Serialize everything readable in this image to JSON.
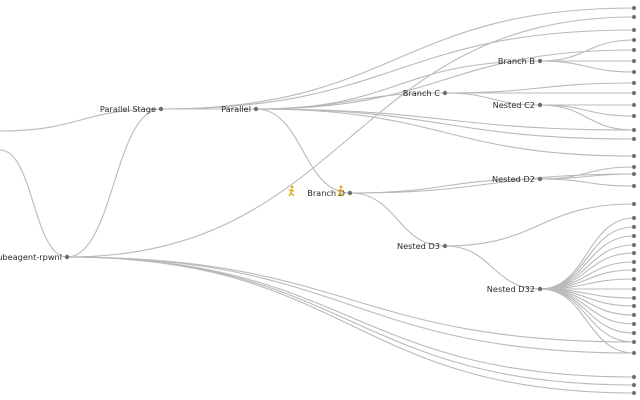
{
  "colors": {
    "background": "#ffffff",
    "edge": "#b9b9b9",
    "node": "#6e6e6e",
    "label": "#2b2b2b"
  },
  "nodes": [
    {
      "id": "kubeagent-rpwnl",
      "label": "kubeagent-rpwnl",
      "icon": null
    },
    {
      "id": "parallel-stage",
      "label": "Parallel Stage",
      "icon": null
    },
    {
      "id": "parallel",
      "label": "Parallel",
      "icon": null
    },
    {
      "id": "branch-b",
      "label": "Branch B",
      "icon": null
    },
    {
      "id": "branch-c",
      "label": "Branch C",
      "icon": null
    },
    {
      "id": "nested-c2",
      "label": "Nested C2",
      "icon": null
    },
    {
      "id": "branch-d",
      "label": "Branch D",
      "icon": "running-figure-icon"
    },
    {
      "id": "nested-d2",
      "label": "Nested D2",
      "icon": null
    },
    {
      "id": "nested-d3",
      "label": "Nested D3",
      "icon": null
    },
    {
      "id": "nested-d32",
      "label": "Nested D32",
      "icon": null
    }
  ],
  "edges": [
    {
      "from": "kubeagent-rpwnl",
      "to": "parallel-stage"
    },
    {
      "from": "parallel-stage",
      "to": "parallel"
    },
    {
      "from": "parallel",
      "to": "branch-b"
    },
    {
      "from": "parallel",
      "to": "branch-c"
    },
    {
      "from": "branch-c",
      "to": "nested-c2"
    },
    {
      "from": "parallel",
      "to": "branch-d"
    },
    {
      "from": "branch-d",
      "to": "nested-d2"
    },
    {
      "from": "branch-d",
      "to": "nested-d3"
    },
    {
      "from": "nested-d3",
      "to": "nested-d32"
    }
  ]
}
